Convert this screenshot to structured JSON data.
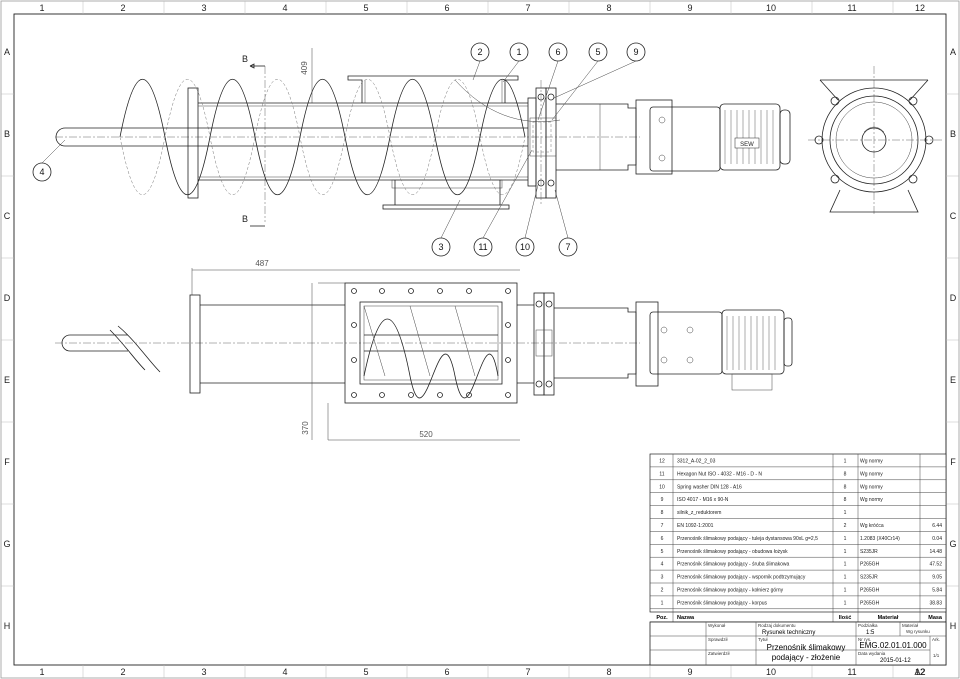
{
  "border": {
    "columns": [
      "1",
      "2",
      "3",
      "4",
      "5",
      "6",
      "7",
      "8",
      "9",
      "10",
      "11",
      "12"
    ],
    "rows": [
      "A",
      "B",
      "C",
      "D",
      "E",
      "F",
      "G",
      "H"
    ]
  },
  "section": {
    "top": "B",
    "bottom": "B"
  },
  "dimensions": {
    "d409": "409",
    "d487": "487",
    "d370": "370",
    "d520": "520"
  },
  "balloons": {
    "b1": "1",
    "b2": "2",
    "b3": "3",
    "b4": "4",
    "b5": "5",
    "b6": "6",
    "b7": "7",
    "b9": "9",
    "b10": "10",
    "b11": "11"
  },
  "sew_label": "SEW",
  "bom": {
    "rows": [
      {
        "poz": "12",
        "nazwa": "3312_A-02_2_03",
        "ilosc": "1",
        "material": "Wg normy",
        "masa": ""
      },
      {
        "poz": "11",
        "nazwa": "Hexagon Nut ISO - 4032 - M16 - D - N",
        "ilosc": "8",
        "material": "Wg normy",
        "masa": ""
      },
      {
        "poz": "10",
        "nazwa": "Spring washer DIN 128 - A16",
        "ilosc": "8",
        "material": "Wg normy",
        "masa": ""
      },
      {
        "poz": "9",
        "nazwa": "ISO 4017 - M16 x 90-N",
        "ilosc": "8",
        "material": "Wg normy",
        "masa": ""
      },
      {
        "poz": "8",
        "nazwa": "silnik_z_reduktorem",
        "ilosc": "1",
        "material": "",
        "masa": ""
      },
      {
        "poz": "7",
        "nazwa": "EN 1092-1:2001",
        "ilosc": "2",
        "material": "Wg króćca",
        "masa": "6.44"
      },
      {
        "poz": "6",
        "nazwa": "Przenośnik ślimakowy podający - tuleja dystansowa 90xL g=2,5",
        "ilosc": "1",
        "material": "1.2083 (X40Cr14)",
        "masa": "0.04"
      },
      {
        "poz": "5",
        "nazwa": "Przenośnik ślimakowy podający - obudowa łożysk",
        "ilosc": "1",
        "material": "S235JR",
        "masa": "14.48"
      },
      {
        "poz": "4",
        "nazwa": "Przenośnik ślimakowy podający - śruba ślimakowa",
        "ilosc": "1",
        "material": "P265GH",
        "masa": "47.52"
      },
      {
        "poz": "3",
        "nazwa": "Przenośnik ślimakowy podający - wspornik podtrzymujący",
        "ilosc": "1",
        "material": "S235JR",
        "masa": "9.05"
      },
      {
        "poz": "2",
        "nazwa": "Przenośnik ślimakowy podający - kołnierz górny",
        "ilosc": "1",
        "material": "P265GH",
        "masa": "5.84"
      },
      {
        "poz": "1",
        "nazwa": "Przenośnik ślimakowy podający - korpus",
        "ilosc": "1",
        "material": "P265GH",
        "masa": "38.83"
      }
    ],
    "headers": {
      "poz": "Poz.",
      "nazwa": "Nazwa",
      "ilosc": "Ilość",
      "material": "Materiał",
      "masa": "Masa"
    }
  },
  "title_block": {
    "wykonal": "Wykonał",
    "rodzaj_label": "Rodzaj dokumentu",
    "rodzaj": "Rysunek techniczny",
    "podzialka_label": "Podziałka",
    "podzialka": "1:5",
    "material_label": "Materiał",
    "material": "Wg rysunku",
    "sprawdzil": "Sprawdził",
    "tytul_label": "Tytuł",
    "tytul1": "Przenośnik ślimakowy",
    "tytul2": "podający - złożenie",
    "nr_label": "Nr rys.",
    "nr": "EMG.02.01.01.000",
    "ark_label": "Ark.",
    "ark": "1/1",
    "zatwierdzil": "Zatwierdził",
    "data_label": "Data wydania",
    "data": "2015-01-12",
    "format": "A2"
  }
}
